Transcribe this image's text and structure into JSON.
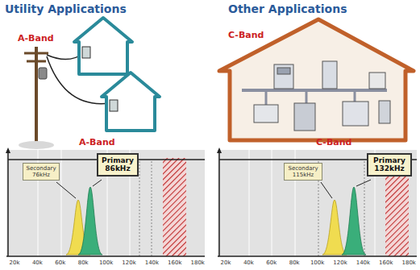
{
  "diagram": {
    "nodes": [
      {
        "text": [
          "Secondary 76kHz"
        ]
      },
      {
        "text": [
          "Primary 86kHz"
        ]
      },
      {
        "text": [
          "Secondary 115kHz"
        ]
      },
      {
        "text": [
          "Primary 132kHz"
        ]
      }
    ],
    "labels": [
      "Utility Applications",
      "A-Band",
      "A-Band",
      "20k",
      "40k",
      "60k",
      "80k",
      "100k",
      "120k",
      "140k",
      "160k",
      "180k",
      "Other Applications",
      "C-Band",
      "C-Band",
      "20k",
      "40k",
      "60k",
      "80k",
      "100k",
      "120k",
      "140k",
      "160k",
      "180k"
    ]
  }
}
